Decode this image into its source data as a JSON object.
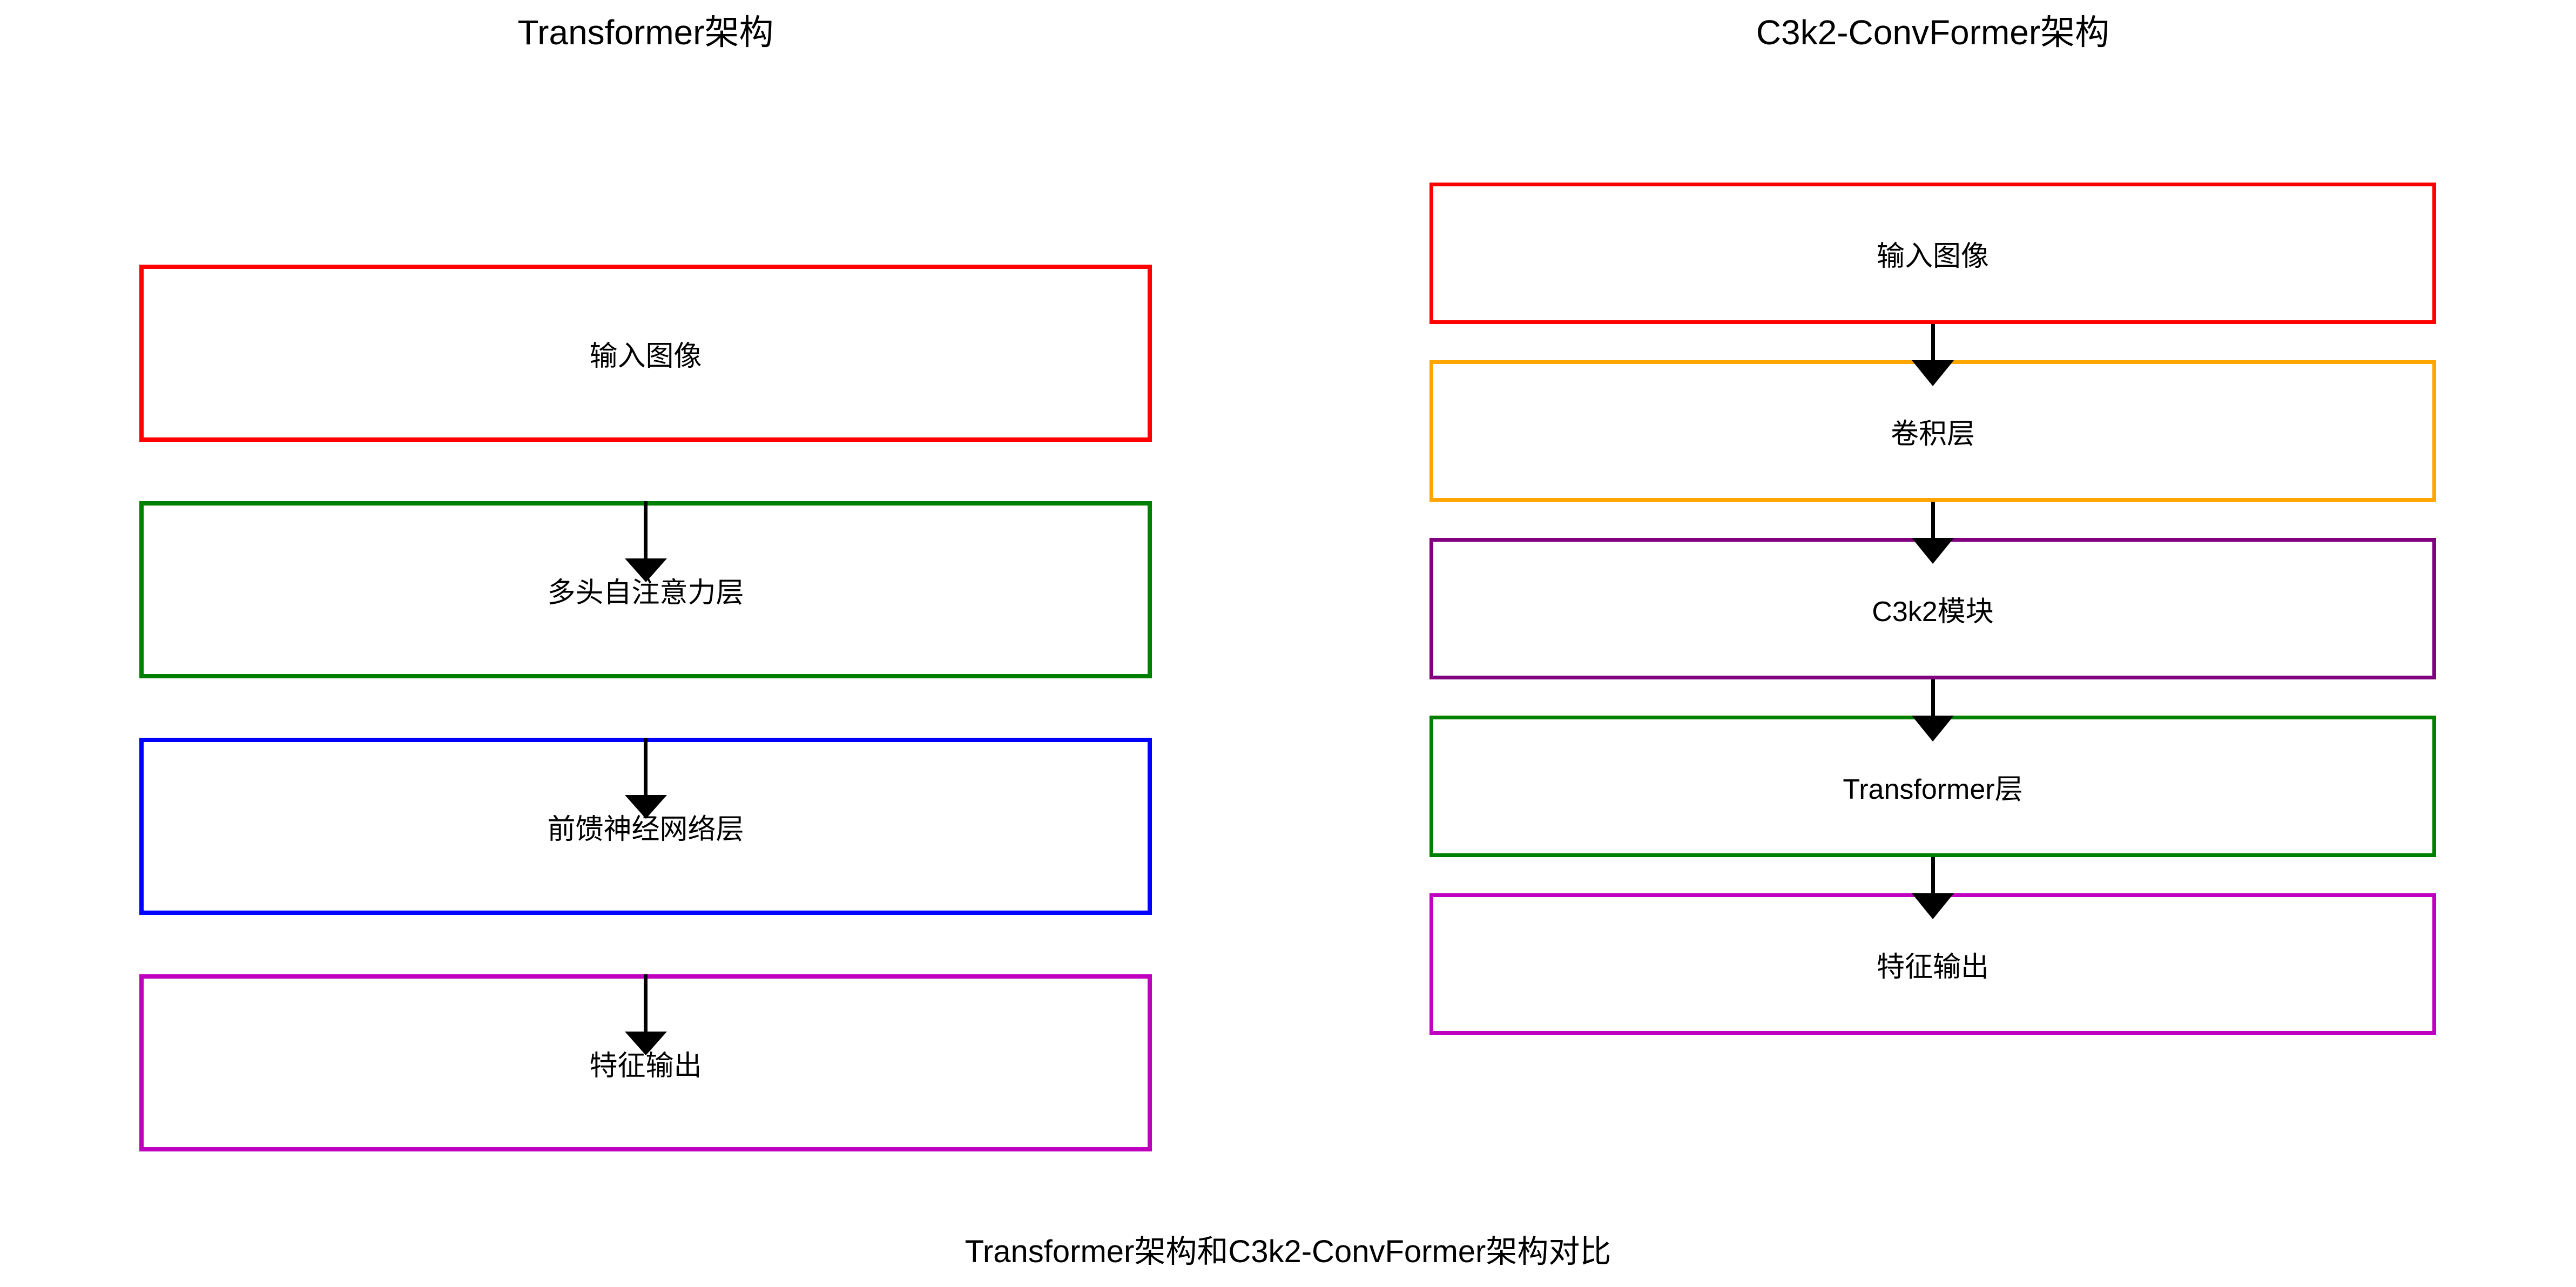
{
  "diagram": {
    "background": "#ffffff",
    "arrow_color": "#000000",
    "text_color": "#000000",
    "columns": [
      {
        "id": "transformer",
        "title": "Transformer架构",
        "boxes": [
          {
            "label": "输入图像",
            "border_color": "#ff0000"
          },
          {
            "label": "多头自注意力层",
            "border_color": "#008000"
          },
          {
            "label": "前馈神经网络层",
            "border_color": "#0000ff"
          },
          {
            "label": "特征输出",
            "border_color": "#bf00bf"
          }
        ]
      },
      {
        "id": "c3k2-convformer",
        "title": "C3k2-ConvFormer架构",
        "boxes": [
          {
            "label": "输入图像",
            "border_color": "#ff0000"
          },
          {
            "label": "卷积层",
            "border_color": "#ffa500"
          },
          {
            "label": "C3k2模块",
            "border_color": "#800080"
          },
          {
            "label": "Transformer层",
            "border_color": "#008000"
          },
          {
            "label": "特征输出",
            "border_color": "#bf00bf"
          }
        ]
      }
    ],
    "caption": "Transformer架构和C3k2-ConvFormer架构对比"
  }
}
